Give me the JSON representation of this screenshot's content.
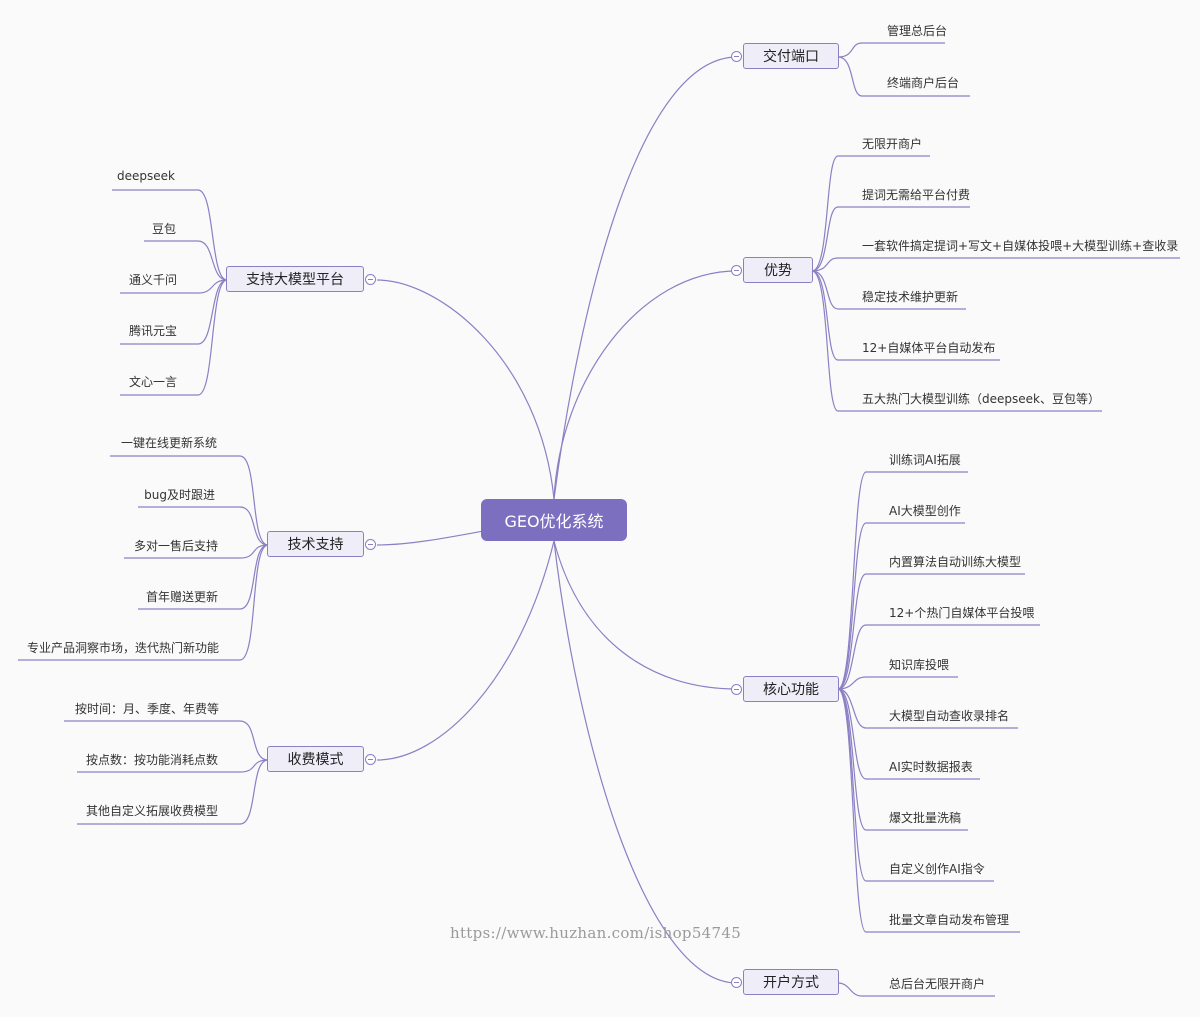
{
  "root": {
    "label": "GEO优化系统"
  },
  "branches": {
    "delivery": {
      "label": "交付端口",
      "items": [
        "管理总后台",
        "终端商户后台"
      ]
    },
    "advantages": {
      "label": "优势",
      "items": [
        "无限开商户",
        "提词无需给平台付费",
        "一套软件搞定提词+写文+自媒体投喂+大模型训练+查收录",
        "稳定技术维护更新",
        "12+自媒体平台自动发布",
        "五大热门大模型训练（deepseek、豆包等）"
      ]
    },
    "core": {
      "label": "核心功能",
      "items": [
        "训练词AI拓展",
        "AI大模型创作",
        "内置算法自动训练大模型",
        "12+个热门自媒体平台投喂",
        "知识库投喂",
        "大模型自动查收录排名",
        "AI实时数据报表",
        "爆文批量洗稿",
        "自定义创作AI指令",
        "批量文章自动发布管理"
      ]
    },
    "account": {
      "label": "开户方式",
      "items": [
        "总后台无限开商户"
      ]
    },
    "models": {
      "label": "支持大模型平台",
      "items": [
        "deepseek",
        "豆包",
        "通义千问",
        "腾讯元宝",
        "文心一言"
      ]
    },
    "support": {
      "label": "技术支持",
      "items": [
        "一键在线更新系统",
        "bug及时跟进",
        "多对一售后支持",
        "首年赠送更新",
        "专业产品洞察市场，迭代热门新功能"
      ]
    },
    "billing": {
      "label": "收费模式",
      "items": [
        "按时间：月、季度、年费等",
        "按点数：按功能消耗点数",
        "其他自定义拓展收费模型"
      ]
    }
  },
  "watermark": "https://www.huzhan.com/ishop54745",
  "colors": {
    "root": "#7d6fbf",
    "line": "#8a80c4",
    "node_fill": "#efedf8"
  }
}
